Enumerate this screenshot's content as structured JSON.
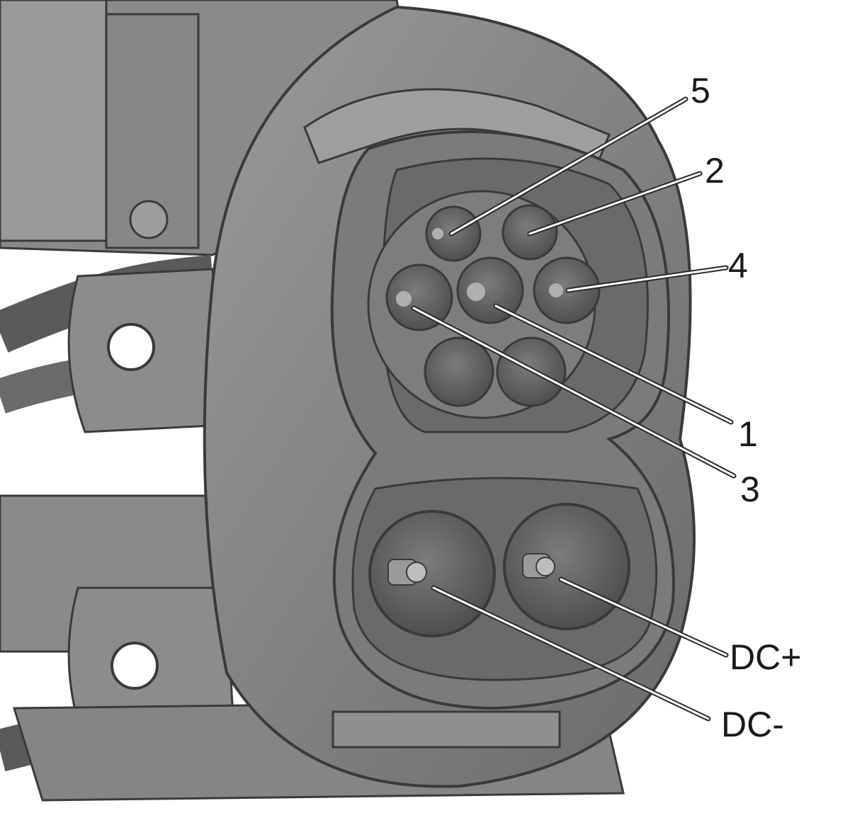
{
  "colors": {
    "background": "#ffffff",
    "body_dark": "#5f5f5f",
    "body_mid": "#7a7a7a",
    "body_light": "#8e8e8e",
    "socket": "#6e6e6e",
    "outline": "#3a3a3a",
    "label_text": "#1a1a1a",
    "leader_line": "#ffffff"
  },
  "callouts": [
    {
      "id": "pin-5",
      "text": "5"
    },
    {
      "id": "pin-2",
      "text": "2"
    },
    {
      "id": "pin-4",
      "text": "4"
    },
    {
      "id": "pin-1",
      "text": "1"
    },
    {
      "id": "pin-3",
      "text": "3"
    },
    {
      "id": "dc-plus",
      "text": "DC+"
    },
    {
      "id": "dc-minus",
      "text": "DC-"
    }
  ]
}
